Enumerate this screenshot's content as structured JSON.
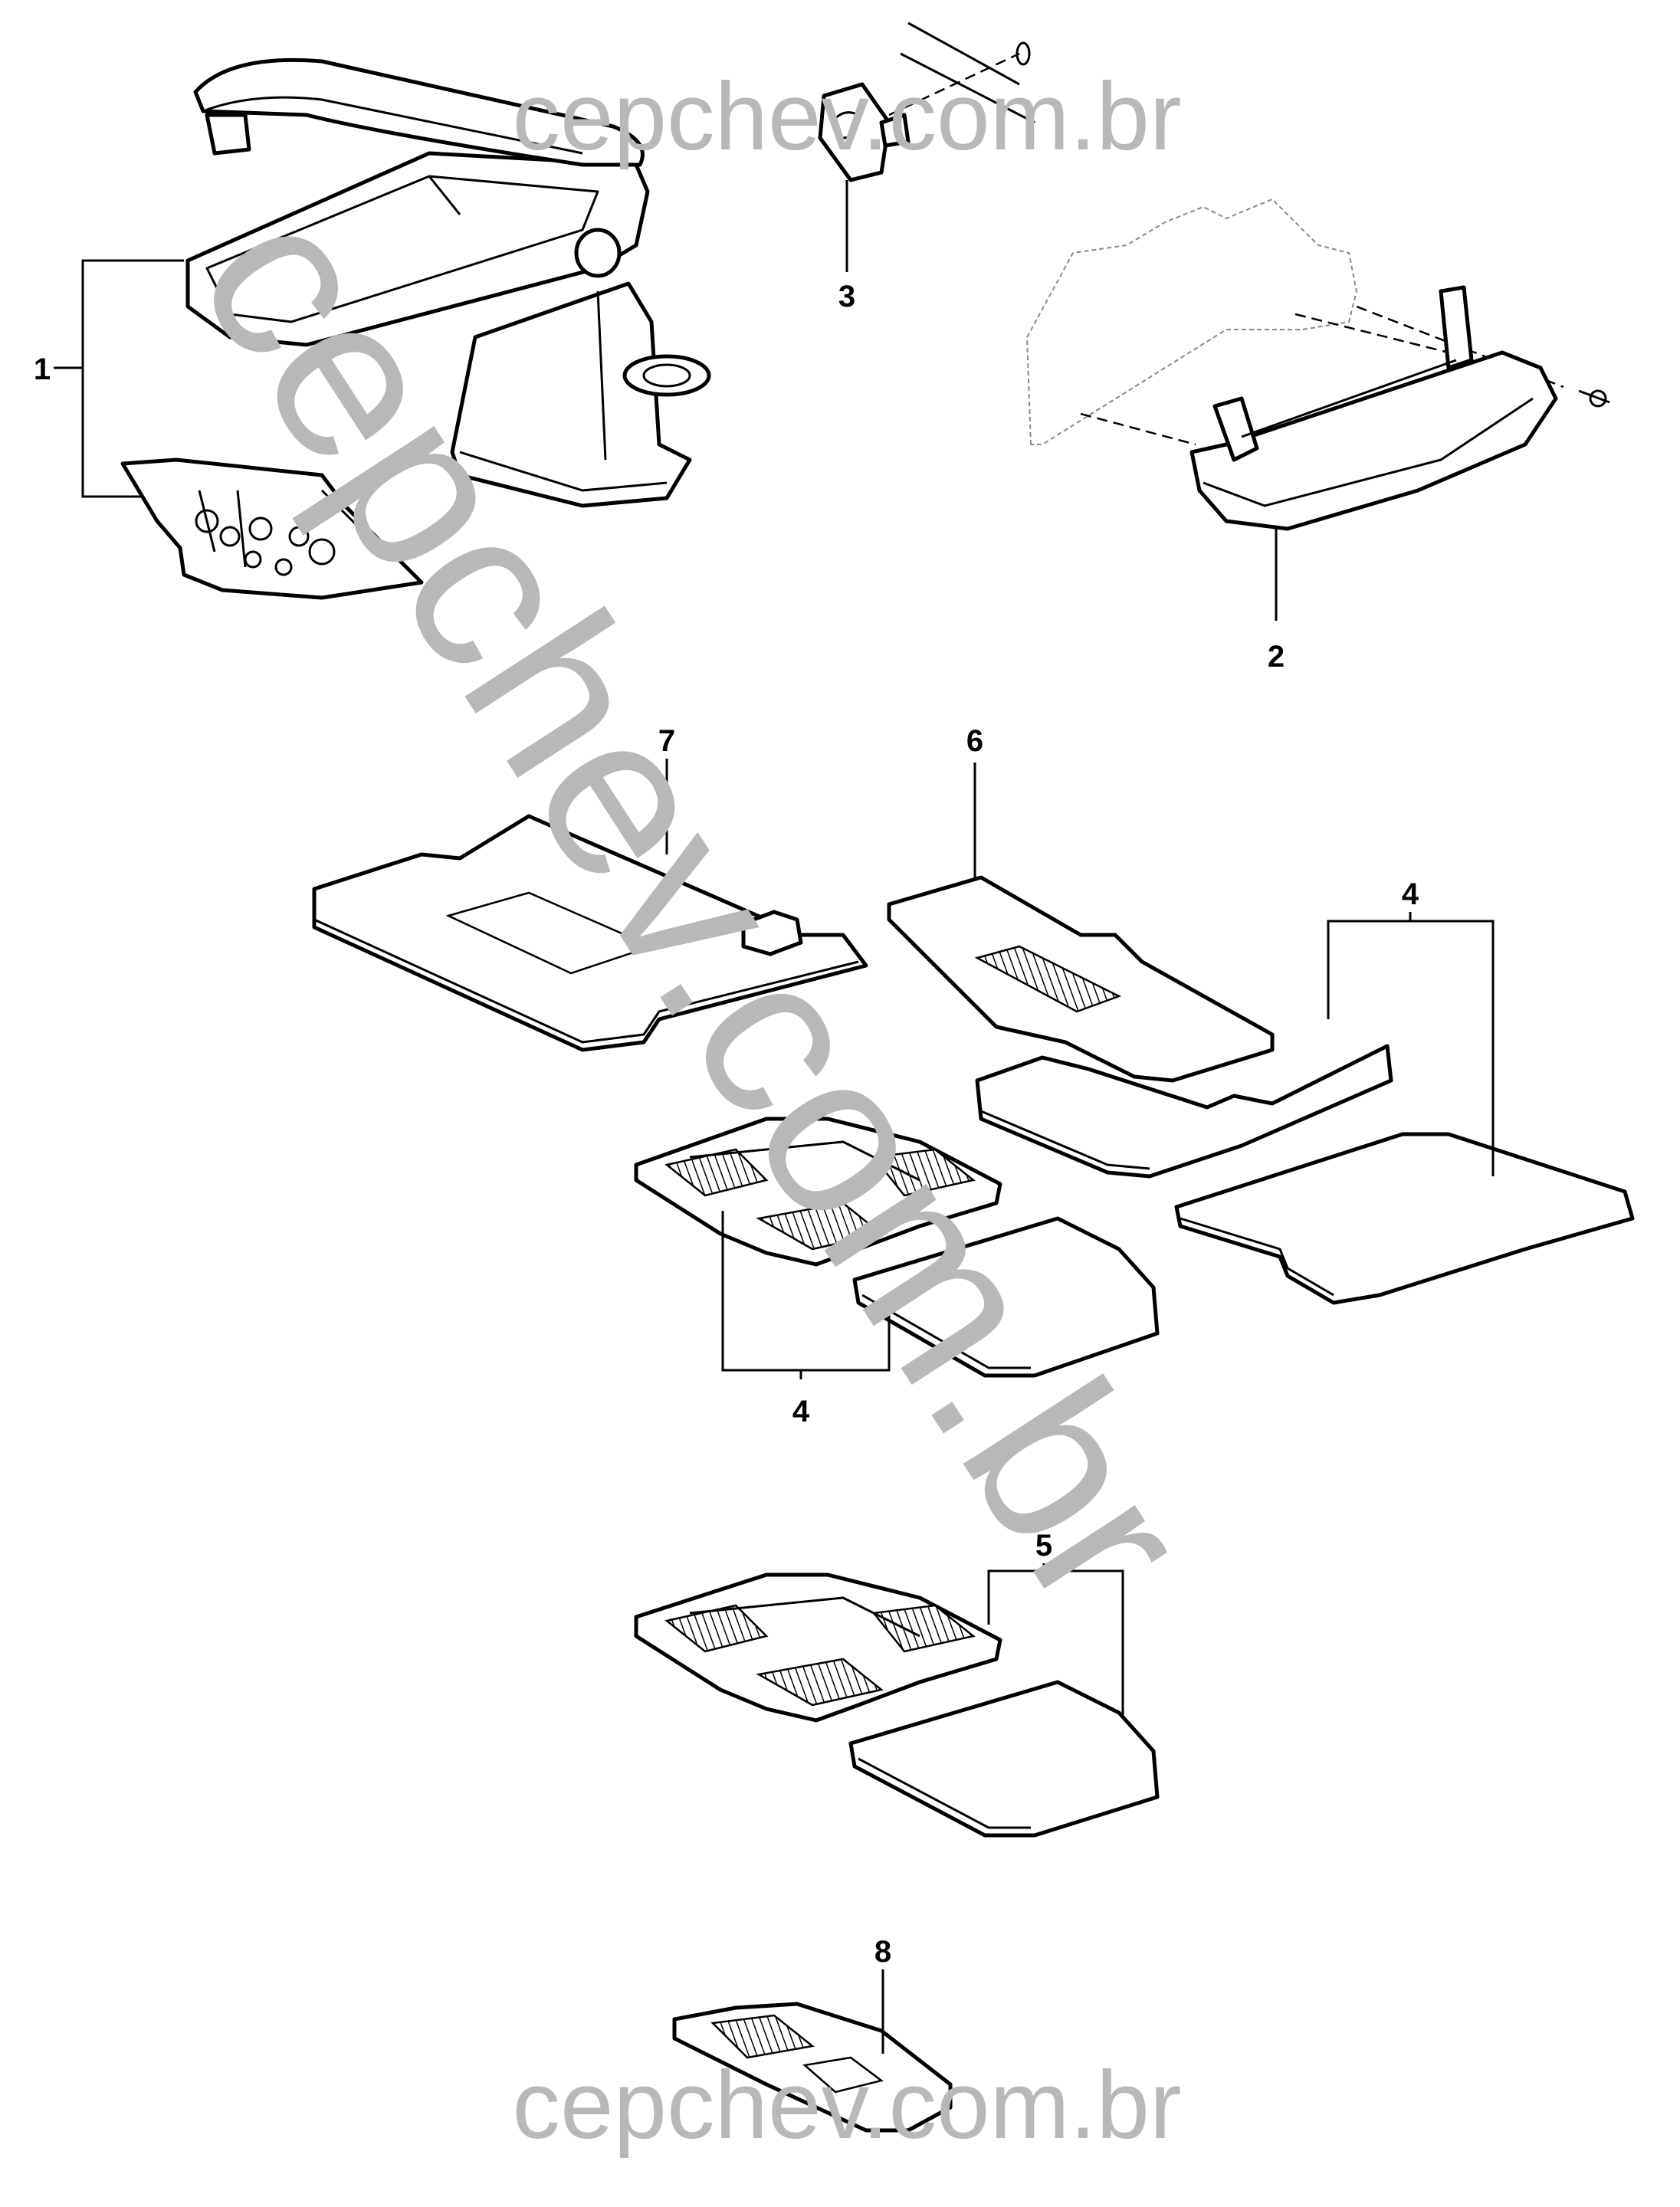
{
  "watermarks": {
    "top": "cepchev.com.br",
    "diagonal": "cepchev.com.br",
    "bottom": "cepchev.com.br"
  },
  "callouts": {
    "c1": "1",
    "c2": "2",
    "c3": "3",
    "c4_top": "4",
    "c4_bottom": "4",
    "c5": "5",
    "c6": "6",
    "c7": "7",
    "c8": "8"
  },
  "colors": {
    "line": "#000000",
    "watermark": "#b8b8b8",
    "background": "#ffffff"
  }
}
